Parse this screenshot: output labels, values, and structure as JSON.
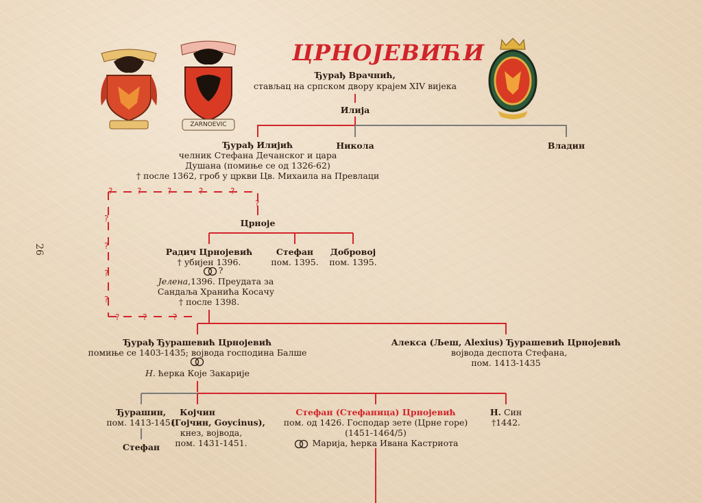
{
  "title": "ЦРНОЈЕВИЋИ",
  "page_number": "26",
  "crest_labels": {
    "crest2": "ZARNOEVIC"
  },
  "people": {
    "djuradj_vrancic": {
      "name": "Ђурађ Врачнић,",
      "desc": "стављац на српском двору крајем XIV вијека"
    },
    "ilija": {
      "name": "Илија"
    },
    "djuradj_ilijic": {
      "name": "Ђурађ Илијић",
      "desc1": "челник Стефана Дечанског и цара",
      "desc2": "Душана (помиње се од 1326-62)",
      "desc3": "† после 1362, гроб у цркви Цв. Михаила на Превлаци"
    },
    "nikola": {
      "name": "Никола"
    },
    "vladin": {
      "name": "Владин"
    },
    "crnoje": {
      "name": "Црноје"
    },
    "radic": {
      "name": "Радич Црнојевић",
      "desc1": "† убијен 1396.",
      "marriage": "?",
      "spouse_name": "Јелена",
      "desc2": ",1396. Преудата за",
      "desc3": "Сандаља Хранића Косачу",
      "desc4": "† после 1398."
    },
    "stefan_1395": {
      "name": "Стефан",
      "desc": "пом. 1395."
    },
    "dobrovoj": {
      "name": "Добровој",
      "desc": "пом. 1395."
    },
    "djuradj_djurasevic": {
      "name": "Ђурађ Ђурашевић Црнојевић",
      "desc": "помиње се 1403-1435; војвода господина Балше",
      "spouse_prefix": "Н.",
      "spouse": "ћерка Које Закарије"
    },
    "aleksa": {
      "name": "Алекса (Љеш, Alexius) Ђурашевић Црнојевић",
      "desc1": "војвода деспота Стефана,",
      "desc2": "пом. 1413-1435"
    },
    "djurasin": {
      "name": "Ђурашин,",
      "desc": "пом. 1413-1451"
    },
    "stefan_son": {
      "name": "Стефан"
    },
    "kojcin": {
      "name": "Којчин",
      "name2": "(Гојчин, Goycinus),",
      "desc1": "кнез, војвода,",
      "desc2": "пом. 1431-1451."
    },
    "stefanica": {
      "name": "Стефан (Стефаница) Црнојевић",
      "desc1": "пом. од 1426. Господар зете (Црне горе)",
      "desc2": "(1451-1464/5)",
      "spouse": "Марија, ћерка Ивана Кастриота"
    },
    "n_sin": {
      "name": "Н.",
      "name_rest": " Син",
      "desc": "†1442."
    }
  },
  "uncertain_mark": "?",
  "colors": {
    "line_red": "#d1242a",
    "line_gray": "#7a7a7a",
    "title_red": "#d1242a"
  }
}
